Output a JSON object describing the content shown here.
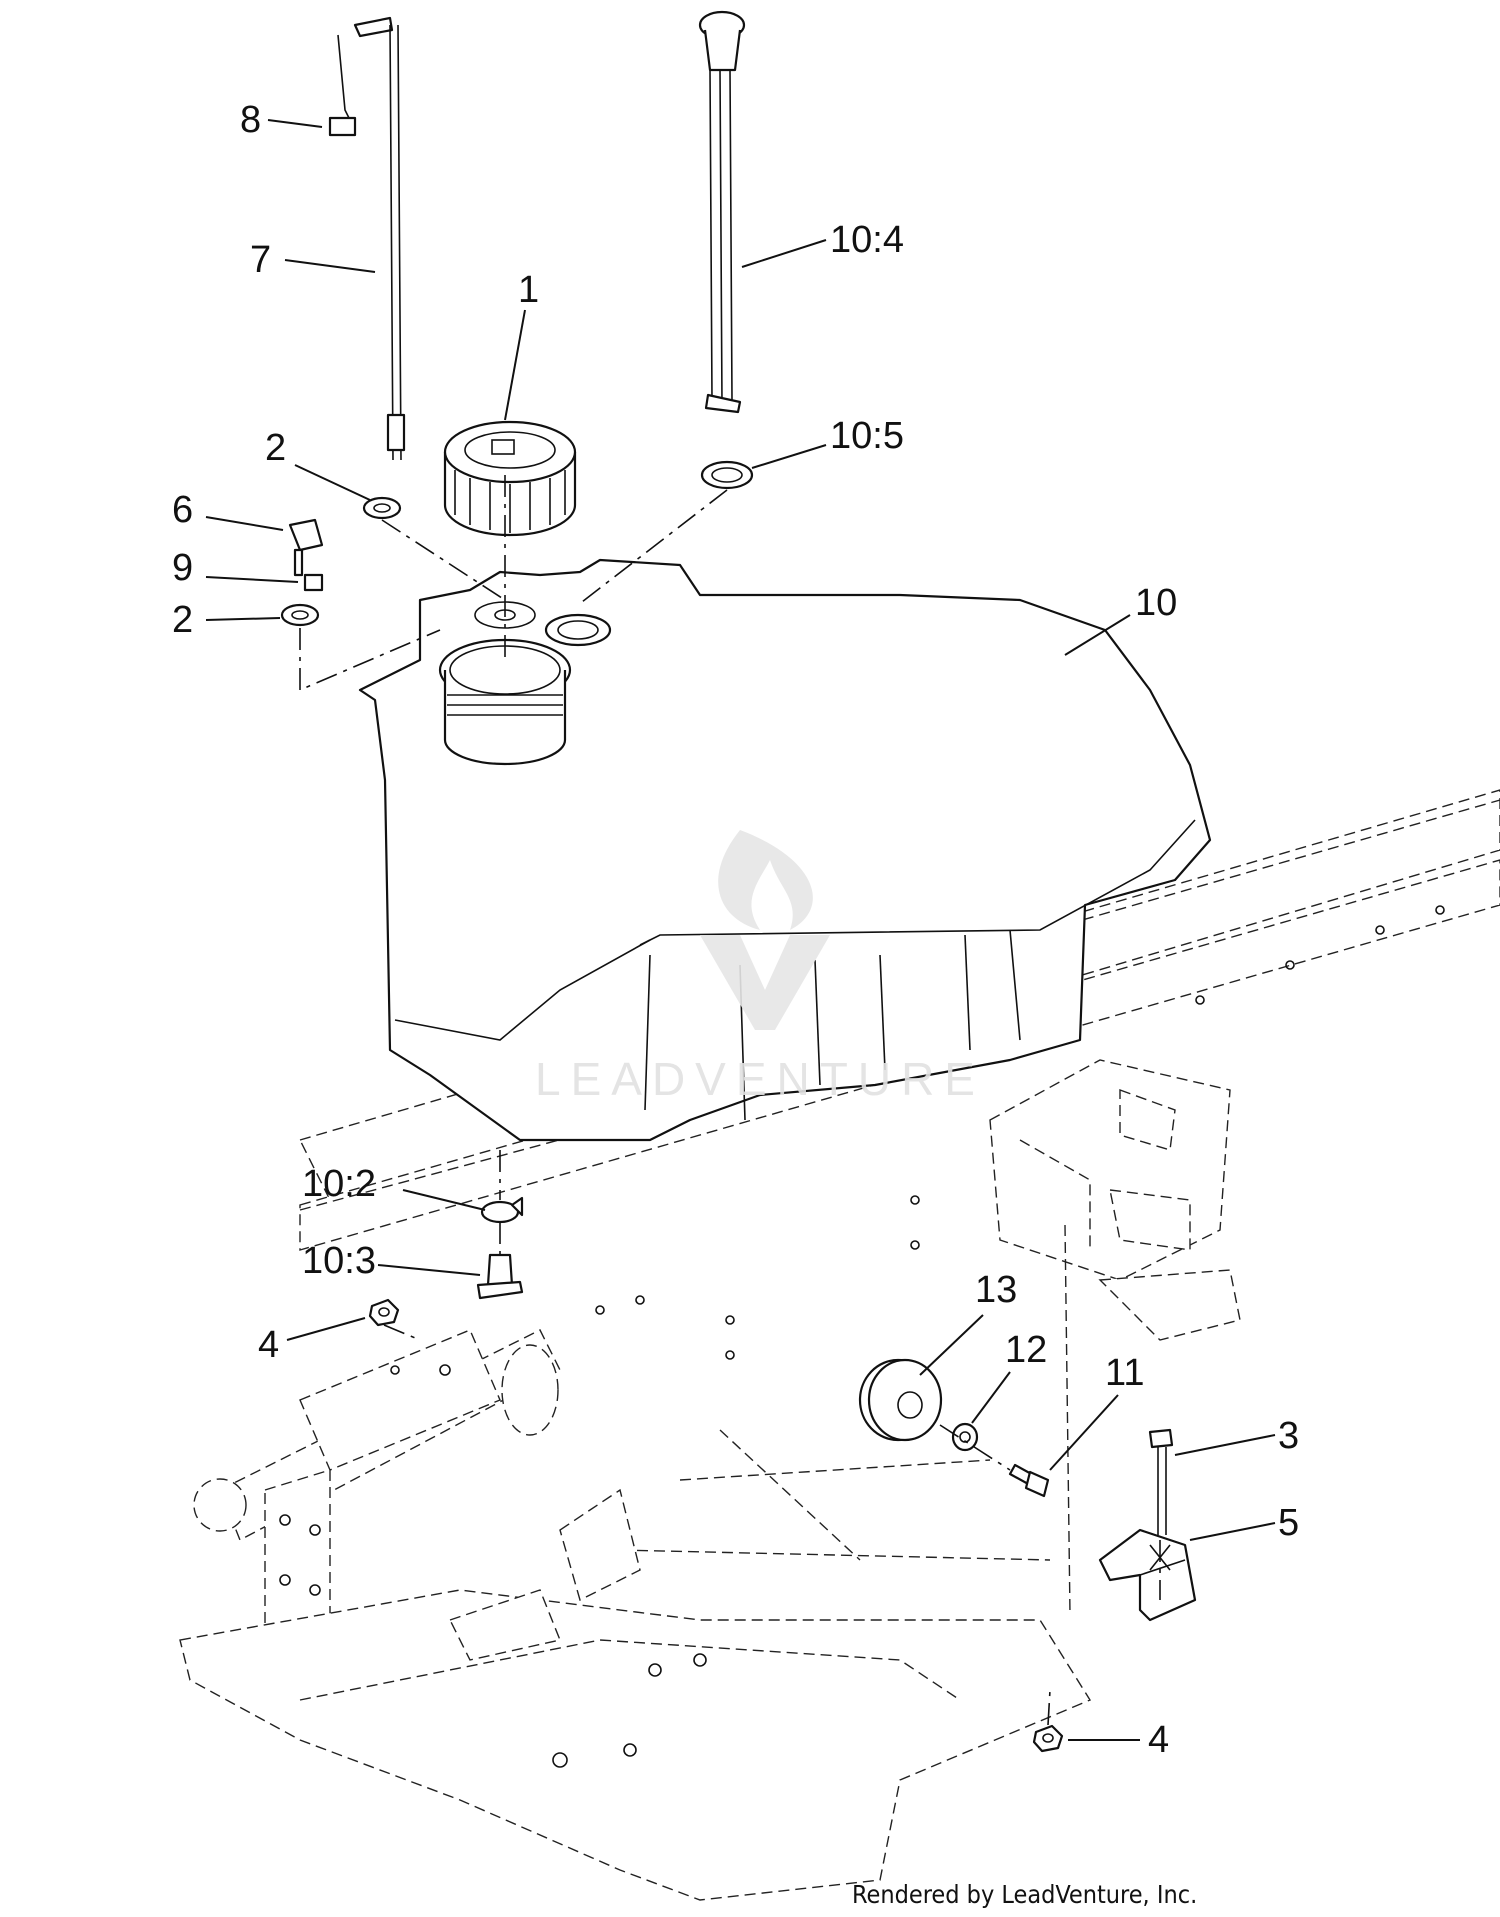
{
  "callouts": {
    "c1": "1",
    "c2a": "2",
    "c2b": "2",
    "c3": "3",
    "c4a": "4",
    "c4b": "4",
    "c5": "5",
    "c6": "6",
    "c7": "7",
    "c8": "8",
    "c9": "9",
    "c10": "10",
    "c10_2": "10:2",
    "c10_3": "10:3",
    "c10_4": "10:4",
    "c10_5": "10:5",
    "c11": "11",
    "c12": "12",
    "c13": "13"
  },
  "watermark": "LEADVENTURE",
  "footer": "Rendered by LeadVenture, Inc."
}
